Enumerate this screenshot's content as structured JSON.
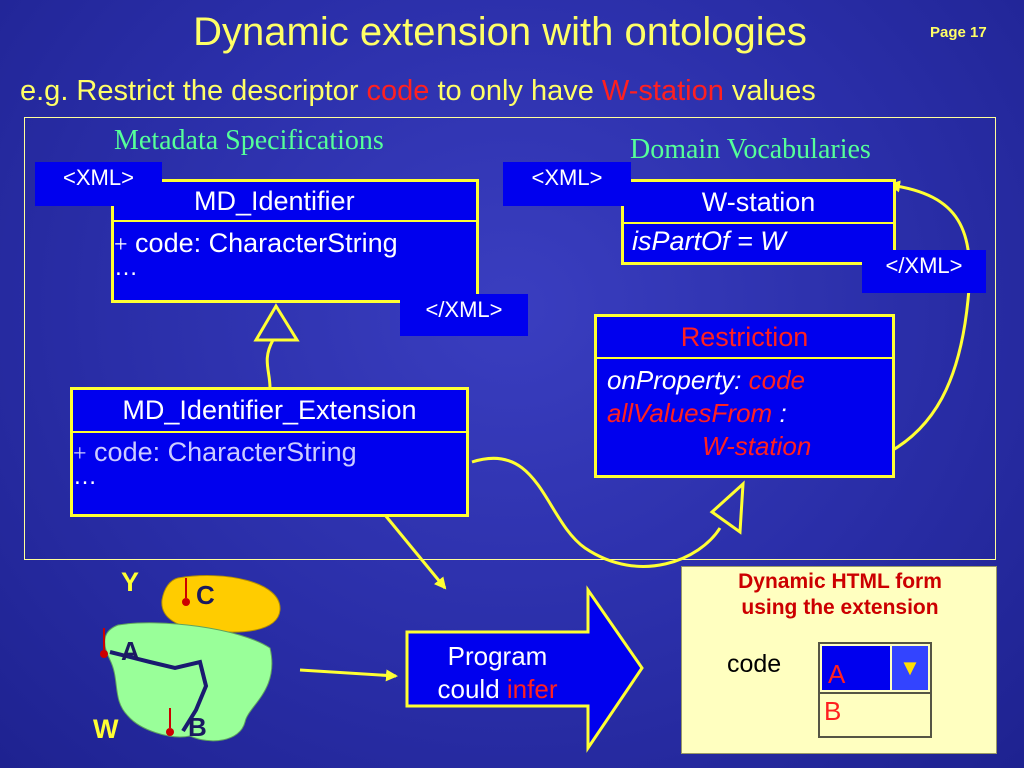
{
  "slide": {
    "title": "Dynamic extension with ontologies",
    "page_label": "Page 17",
    "subtitle": {
      "part1": "e.g. Restrict the descriptor ",
      "code_word": "code",
      "part2": " to only have ",
      "station_word": "W-station",
      "part3": " values"
    }
  },
  "metadata": {
    "heading": "Metadata Specifications",
    "xml_open": "<XML>",
    "xml_close": "</XML>",
    "md_identifier": {
      "name": "MD_Identifier",
      "plus": "+",
      "attribute": " code: CharacterString",
      "ellipsis": "…"
    },
    "extension": {
      "name": "MD_Identifier_Extension",
      "plus": "+",
      "attribute": " code: CharacterString",
      "ellipsis": "…"
    }
  },
  "vocab": {
    "heading": "Domain Vocabularies",
    "xml_open": "<XML>",
    "xml_close": "</XML>",
    "wstation": {
      "name": "W-station",
      "relation": "isPartOf = W"
    }
  },
  "restriction": {
    "title": "Restriction",
    "on_property_label": "onProperty:",
    "on_property_value": " code",
    "all_values_label": "allValuesFrom",
    "all_values_colon": " :",
    "all_values_value": "W-station"
  },
  "map": {
    "label_y": "Y",
    "label_w": "W",
    "station_c": "C",
    "station_a": "A",
    "station_b": "B"
  },
  "inference": {
    "line1": "Program",
    "line2_part1": "could ",
    "line2_part2": "infer"
  },
  "form": {
    "title_line1": "Dynamic HTML form",
    "title_line2": "using the extension",
    "field_label": "code",
    "options": [
      "A",
      "B"
    ],
    "selected": "A",
    "dropdown_arrow": "▼"
  },
  "colors": {
    "background": "#2a2ea8",
    "accent_yellow": "#ffff33",
    "box_blue": "#0000ee",
    "highlight_red": "#ff2020",
    "heading_green": "#55ff99",
    "region_y": "#ffcc00",
    "region_w": "#99ff99",
    "form_background": "#ffffc0"
  }
}
